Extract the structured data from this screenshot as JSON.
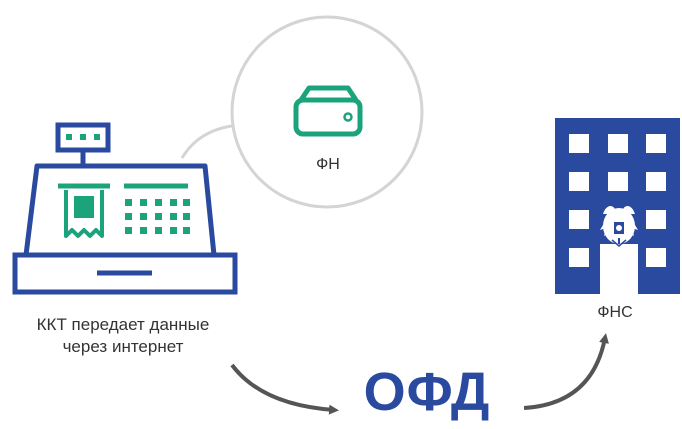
{
  "kkt": {
    "caption_line1": "ККТ передает данные",
    "caption_line2": "через интернет"
  },
  "fn": {
    "label": "ФН"
  },
  "ofd": {
    "label": "ОФД"
  },
  "fns": {
    "label": "ФНС"
  },
  "colors": {
    "navy": "#2a4aa0",
    "teal": "#1ba37c",
    "circle_stroke": "#d4d4d4",
    "arrow": "#555555",
    "text": "#333333"
  },
  "icons": [
    "cash-register-icon",
    "fiscal-drive-icon",
    "building-icon",
    "double-headed-eagle-icon",
    "arrow-icon"
  ]
}
